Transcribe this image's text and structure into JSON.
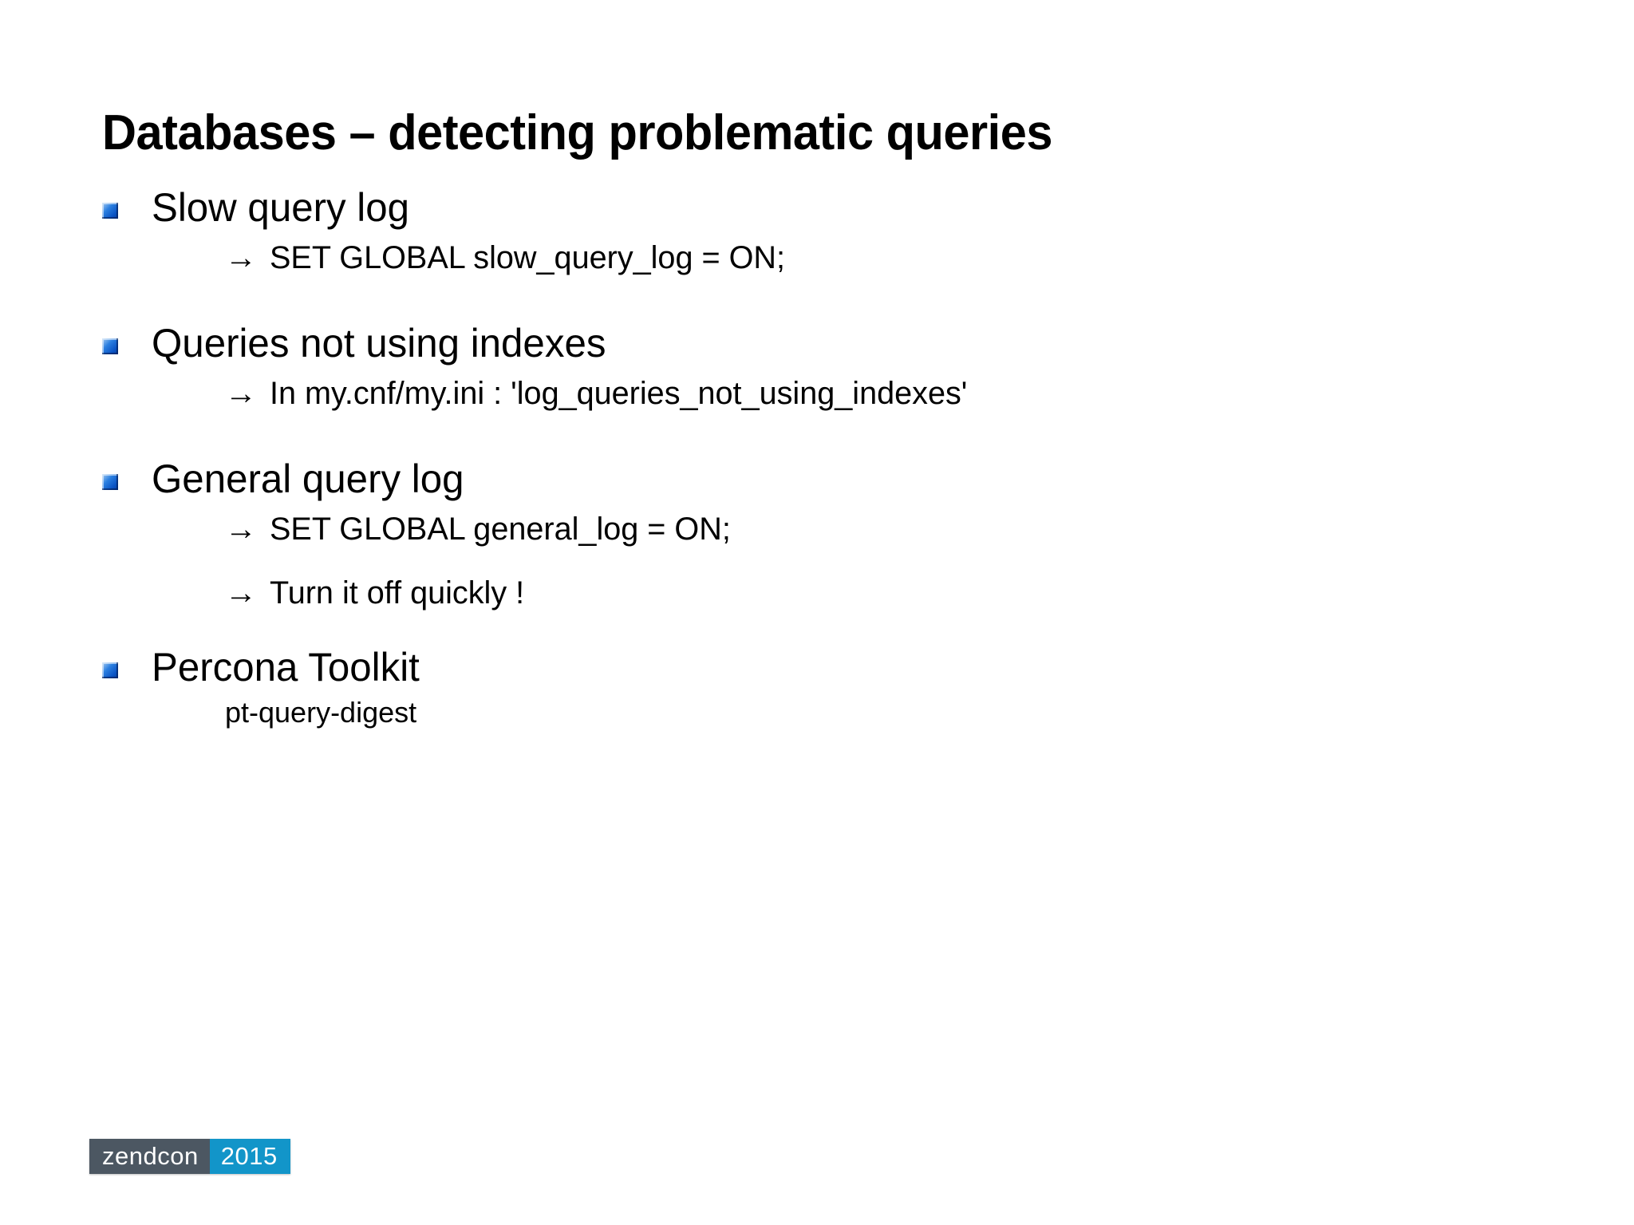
{
  "slide": {
    "title": "Databases – detecting problematic queries",
    "background_color": "#ffffff",
    "text_color": "#000000",
    "bullet_color": "#1f6fd0",
    "blocks": [
      {
        "bullet": "Slow query log",
        "sub": [
          {
            "arrow": "→",
            "text": "SET GLOBAL slow_query_log = ON;"
          }
        ]
      },
      {
        "bullet": "Queries not using indexes",
        "sub": [
          {
            "arrow": "→",
            "text": "In my.cnf/my.ini : 'log_queries_not_using_indexes'"
          }
        ]
      },
      {
        "bullet": "General query log",
        "sub": [
          {
            "arrow": "→",
            "text": "SET GLOBAL general_log = ON;"
          },
          {
            "arrow": "→",
            "text": "Turn it off quickly !"
          }
        ]
      },
      {
        "bullet": "Percona Toolkit",
        "plain": "pt-query-digest",
        "sub": []
      }
    ]
  },
  "footer": {
    "logo_name": "zendcon",
    "logo_year": "2015",
    "logo_name_bg": "#4c5762",
    "logo_year_bg": "#1295c9"
  }
}
